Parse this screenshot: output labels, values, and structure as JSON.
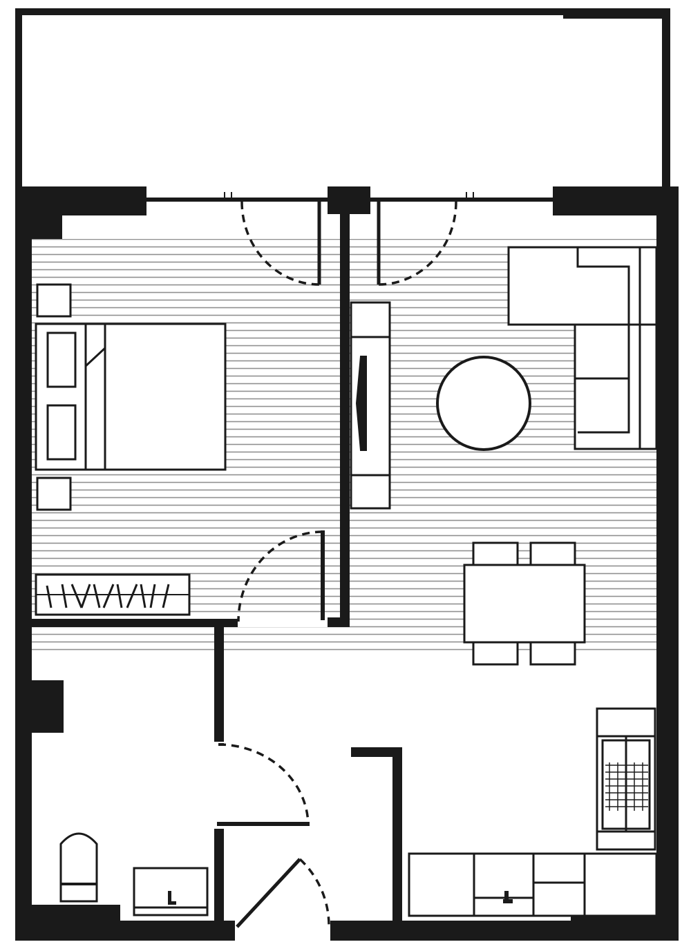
{
  "diagram": {
    "type": "floor-plan",
    "colors": {
      "wall": "#1a1a1a",
      "line": "#1a1a1a",
      "floor_hatch": "#8f8f8f",
      "background": "#ffffff"
    },
    "hatching": "horizontal-lines",
    "rooms": [
      {
        "name": "balcony"
      },
      {
        "name": "bedroom",
        "floor": "hatched",
        "furniture": [
          "double-bed",
          "nightstand",
          "nightstand",
          "wardrobe"
        ]
      },
      {
        "name": "living-room",
        "floor": "hatched",
        "furniture": [
          "sofa",
          "round-coffee-table",
          "tv-unit",
          "dining-table",
          "dining-chair",
          "dining-chair",
          "dining-chair",
          "dining-chair"
        ]
      },
      {
        "name": "kitchen",
        "furniture": [
          "counter",
          "sink",
          "stove",
          "fridge"
        ]
      },
      {
        "name": "bathroom",
        "furniture": [
          "toilet",
          "washbasin"
        ]
      },
      {
        "name": "entry-hall"
      }
    ],
    "doors": [
      "balcony-door-bedroom",
      "balcony-door-living",
      "bedroom-door",
      "bathroom-door",
      "entrance-door"
    ],
    "text_labels": []
  }
}
